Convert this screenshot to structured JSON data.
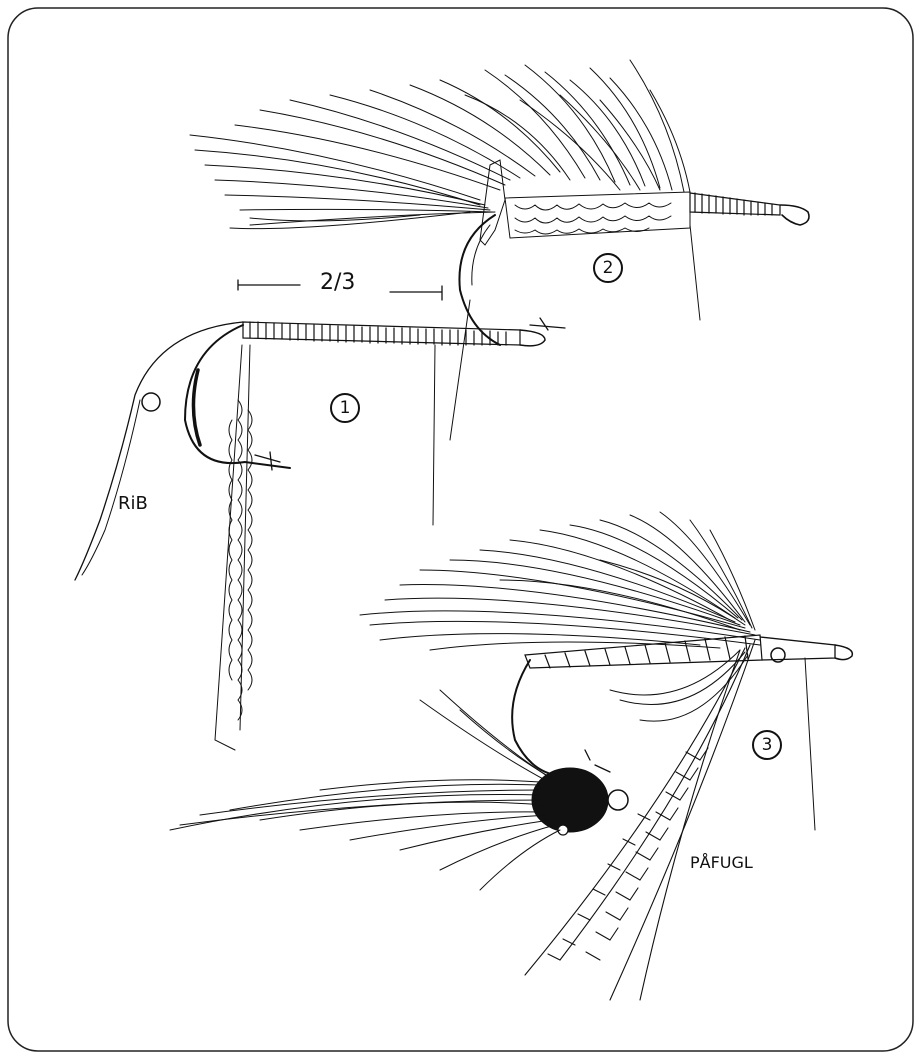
{
  "steps": [
    {
      "number": "1"
    },
    {
      "number": "2"
    },
    {
      "number": "3"
    }
  ],
  "labels": {
    "fraction": "2/3",
    "rib": "RiB",
    "peacock": "PÅFUGL"
  },
  "colors": {
    "ink": "#111111",
    "paper": "#ffffff",
    "frame": "#222222"
  }
}
